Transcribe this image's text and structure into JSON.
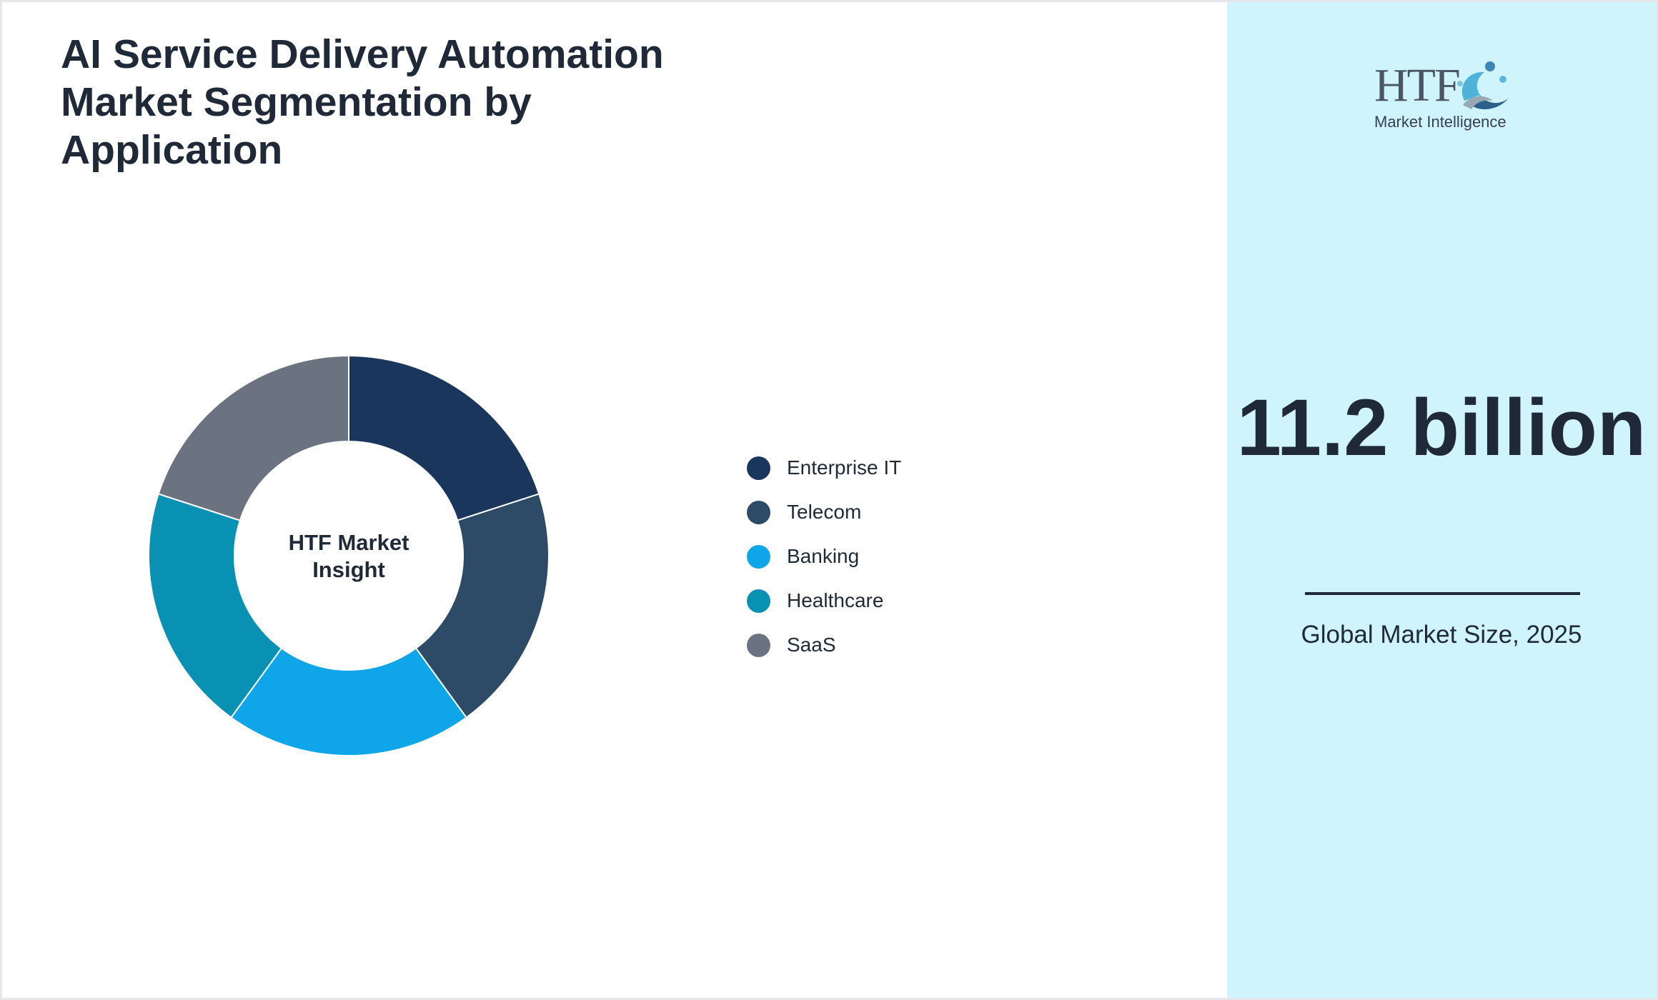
{
  "title": "AI Service Delivery Automation Market Segmentation by Application",
  "center_label": "HTF Market Insight",
  "logo": {
    "brand": "HTF",
    "tagline": "Market Intelligence"
  },
  "metric": {
    "value": "11.2 billion",
    "caption": "Global Market Size, 2025"
  },
  "chart_data": {
    "type": "pie",
    "style": "donut",
    "categories": [
      "Enterprise IT",
      "Telecom",
      "Banking",
      "Healthcare",
      "SaaS"
    ],
    "values": [
      20,
      20,
      20,
      20,
      20
    ],
    "colors": [
      "#1b365d",
      "#2d4a66",
      "#0ea5e9",
      "#0891b2",
      "#6b7280"
    ],
    "legend_position": "right"
  },
  "colors": {
    "sidebar_background": "#cff4fc",
    "text": "#1f2937"
  }
}
